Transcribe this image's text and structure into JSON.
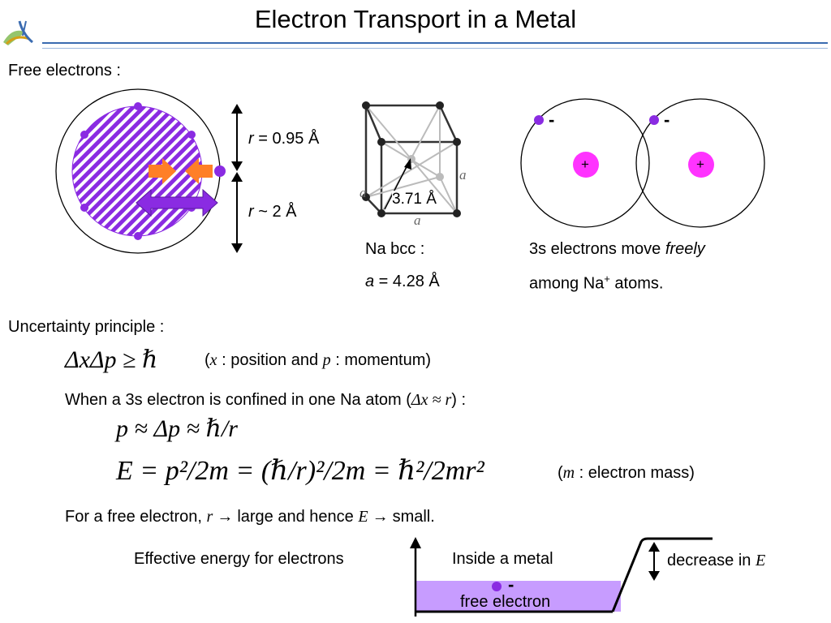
{
  "title": "Electron Transport in a Metal",
  "colors": {
    "accent_blue": "#3a6bb0",
    "electron_purple": "#8a2be2",
    "nucleus_magenta": "#ff33ff",
    "arrow_orange": "#ff7f27",
    "fill_lavender": "#c79cff"
  },
  "free_electrons": {
    "heading": "Free electrons :",
    "r_small_var": "r",
    "r_small_val": " = 0.95 Å",
    "r_large_var": "r",
    "r_large_val": " ~ 2 Å"
  },
  "bcc": {
    "diag_label": "3.71 Å",
    "edge_label": "a",
    "caption1": "Na bcc :",
    "caption2_var": "a",
    "caption2_val": " = 4.28 Å"
  },
  "atoms": {
    "minus": "-",
    "plus": "+",
    "caption1_pre": "3s electrons move ",
    "caption1_it": "freely",
    "caption2_pre": "among Na",
    "caption2_sup": "+",
    "caption2_post": " atoms."
  },
  "uncertainty": {
    "heading": "Uncertainty principle :",
    "formula": "ΔxΔp ≥ ℏ",
    "note_open": "(",
    "note_x": "x",
    "note_mid": " : position and ",
    "note_p": "p",
    "note_end": " : momentum)",
    "confined_pre": "When a 3s electron is confined in one Na atom (",
    "confined_math": "Δx ≈ r",
    "confined_post": ") :",
    "eq1": "p ≈ Δp ≈ ℏ/r",
    "eq2": "E = p²/2m = (ℏ/r)²/2m = ℏ²/2mr²",
    "mass_open": "(",
    "mass_var": "m",
    "mass_post": " : electron mass)",
    "free_pre": "For a free electron, ",
    "free_r": "r",
    "free_arrow1": " → ",
    "free_mid": "large and hence ",
    "free_E": "E",
    "free_arrow2": " → ",
    "free_post": "small."
  },
  "energy_diagram": {
    "axis_label": "Effective energy for electrons",
    "inside_label": "Inside a metal",
    "electron_label": "free electron",
    "minus": "-",
    "decrease_pre": "decrease in ",
    "decrease_var": "E"
  }
}
